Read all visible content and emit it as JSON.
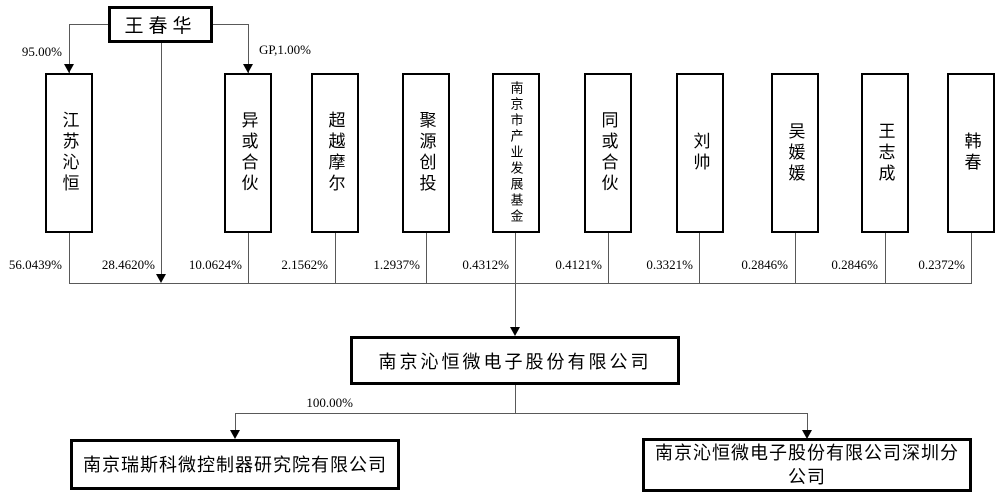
{
  "diagram": {
    "top_person": {
      "name": "王春华",
      "left_edge_label": "95.00%",
      "right_edge_label": "GP,1.00%",
      "direct_percent": "28.4620%"
    },
    "shareholders": [
      {
        "name": "江苏沁恒",
        "percent": "56.0439%"
      },
      {
        "name": "异或合伙",
        "percent": "10.0624%"
      },
      {
        "name": "超越摩尔",
        "percent": "2.1562%"
      },
      {
        "name": "聚源创投",
        "percent": "1.2937%"
      },
      {
        "name": "南京市产业发展基金",
        "percent": "0.4312%"
      },
      {
        "name": "同或合伙",
        "percent": "0.4121%"
      },
      {
        "name": "刘帅",
        "percent": "0.3321%"
      },
      {
        "name": "吴媛媛",
        "percent": "0.2846%"
      },
      {
        "name": "王志成",
        "percent": "0.2846%"
      },
      {
        "name": "韩春",
        "percent": "0.2372%"
      }
    ],
    "company": {
      "name": "南京沁恒微电子股份有限公司"
    },
    "subsidiary_edge_label": "100.00%",
    "subsidiaries": [
      {
        "name": "南京瑞斯科微控制器研究院有限公司"
      },
      {
        "name": "南京沁恒微电子股份有限公司深圳分公司"
      }
    ],
    "colors": {
      "line": "#595959",
      "border": "#000000",
      "background": "#ffffff"
    }
  }
}
